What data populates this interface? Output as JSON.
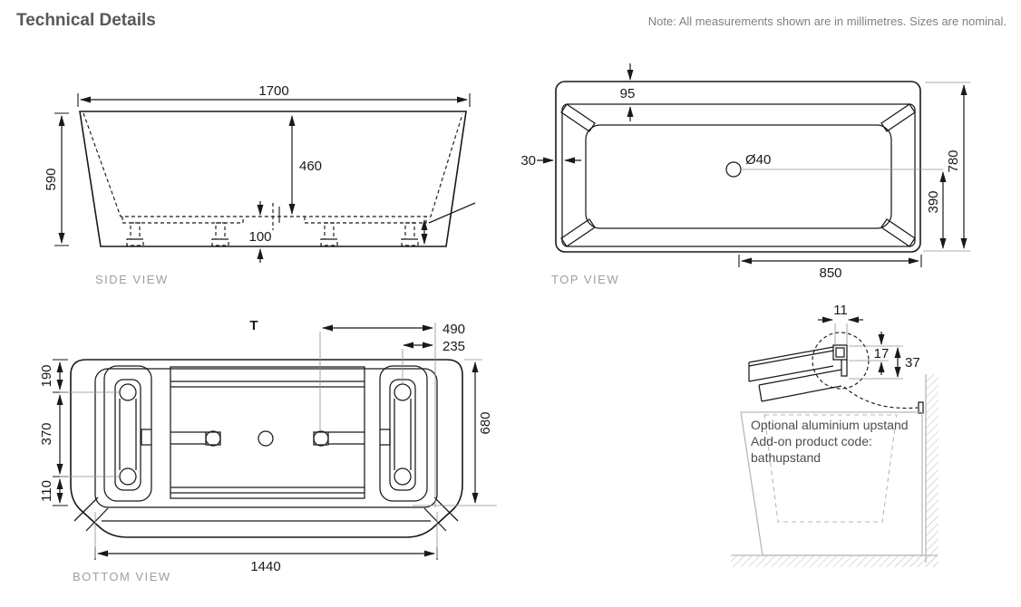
{
  "header": {
    "title": "Technical Details",
    "note": "Note: All measurements shown are in millimetres. Sizes are nominal."
  },
  "side_view": {
    "label": "SIDE VIEW",
    "overall_width": "1700",
    "overall_height": "590",
    "inner_depth": "460",
    "base_clearance": "100"
  },
  "top_view": {
    "label": "TOP VIEW",
    "rim_end_width": "95",
    "rim_side_width": "30",
    "drain_diameter": "Ø40",
    "overall_depth": "780",
    "drain_offset": "390",
    "drain_to_end": "850"
  },
  "bottom_view": {
    "label": "BOTTOM VIEW",
    "orientation_marker": "T",
    "foot_to_drain": "490",
    "foot_to_edge": "235",
    "edge_to_foot": "190",
    "foot_spacing": "370",
    "foot_to_front": "110",
    "base_depth": "680",
    "base_width": "1440"
  },
  "upstand_detail": {
    "profile_width": "11",
    "tube_height": "17",
    "total_height": "37",
    "note_line1": "Optional aluminium upstand",
    "note_line2": "Add-on product code:",
    "note_line3": "bathupstand"
  },
  "colors": {
    "line": "#17191b",
    "muted_label": "#9aa0a4",
    "light_gray": "#b5b8ba"
  }
}
